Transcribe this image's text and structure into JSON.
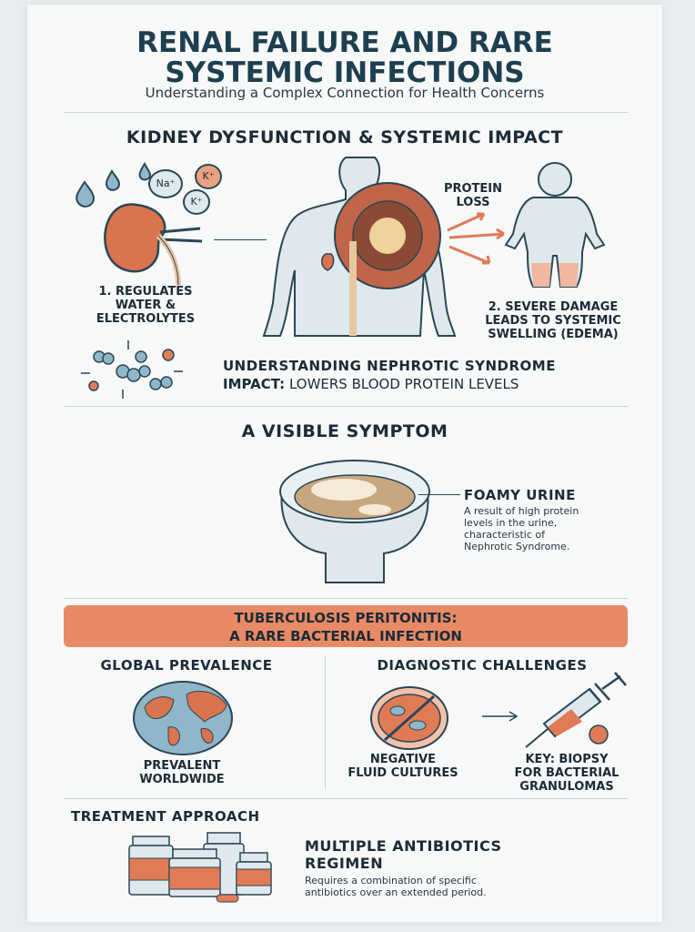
{
  "title_line1": "RENAL FAILURE AND RARE",
  "title_line2": "SYSTEMIC INFECTIONS",
  "subtitle": "Understanding a Complex Connection for Health Concerns",
  "section1": {
    "heading": "KIDNEY DYSFUNCTION & SYSTEMIC IMPACT",
    "ions": [
      "Na⁺",
      "K⁺",
      "K⁺"
    ],
    "caption1": [
      "1. REGULATES",
      "WATER &",
      "ELECTROLYTES"
    ],
    "protein_loss": [
      "PROTEIN",
      "LOSS"
    ],
    "caption2": [
      "2. SEVERE DAMAGE",
      "LEADS TO SYSTEMIC",
      "SWELLING (EDEMA)"
    ],
    "nephrotic_title": "UNDERSTANDING NEPHROTIC SYNDROME",
    "impact_label": "IMPACT:",
    "impact_text": "LOWERS BLOOD PROTEIN LEVELS"
  },
  "section2": {
    "heading": "A VISIBLE SYMPTOM",
    "foamy_title": "FOAMY URINE",
    "foamy_desc": [
      "A result of high protein",
      "levels in the urine,",
      "characteristic of",
      "Nephrotic Syndrome."
    ]
  },
  "section3": {
    "banner1": "TUBERCULOSIS PERITONITIS:",
    "banner2": "A RARE BACTERIAL INFECTION",
    "global_heading": "GLOBAL PREVALENCE",
    "global_caption": [
      "PREVALENT",
      "WORLDWIDE"
    ],
    "diag_heading": "DIAGNOSTIC CHALLENGES",
    "neg_caption": [
      "NEGATIVE",
      "FLUID CULTURES"
    ],
    "key_caption": [
      "KEY: BIOPSY",
      "FOR BACTERIAL",
      "GRANULOMAS"
    ]
  },
  "section4": {
    "heading": "TREATMENT APPROACH",
    "regimen_title": [
      "MULTIPLE ANTIBIOTICS",
      "REGIMEN"
    ],
    "regimen_desc": [
      "Requires a combination of specific",
      "antibiotics over an extended period."
    ]
  },
  "colors": {
    "accent": "#e07b55",
    "navy": "#1d3f50",
    "kidney": "#d9744e",
    "skin": "#dfe8ec",
    "banner": "#e88a66"
  }
}
